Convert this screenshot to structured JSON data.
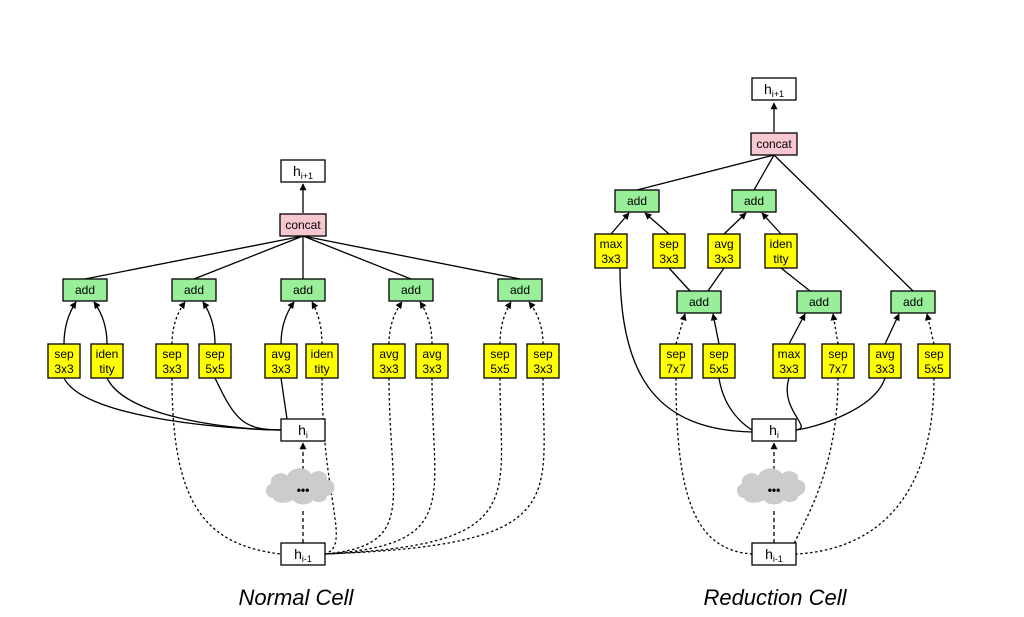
{
  "colors": {
    "op": "#ffff00",
    "add": "#99ee99",
    "concat": "#f8c8d0",
    "state": "#ffffff",
    "cloud": "#cccccc"
  },
  "cells": [
    {
      "id": "normal",
      "caption": "Normal Cell",
      "output": {
        "base": "h",
        "sub": "i+1"
      },
      "concat": "concat",
      "hi": {
        "base": "h",
        "sub": "i"
      },
      "him1": {
        "base": "h",
        "sub": "i-1"
      },
      "cloud": "•••",
      "add_blocks": [
        {
          "label": "add",
          "inputs": [
            {
              "op": [
                "sep",
                "3x3"
              ],
              "from": "h_i"
            },
            {
              "op": [
                "iden",
                "tity"
              ],
              "from": "h_i"
            }
          ]
        },
        {
          "label": "add",
          "inputs": [
            {
              "op": [
                "sep",
                "3x3"
              ],
              "from": "h_i-1"
            },
            {
              "op": [
                "sep",
                "5x5"
              ],
              "from": "h_i"
            }
          ]
        },
        {
          "label": "add",
          "inputs": [
            {
              "op": [
                "avg",
                "3x3"
              ],
              "from": "h_i"
            },
            {
              "op": [
                "iden",
                "tity"
              ],
              "from": "h_i-1"
            }
          ]
        },
        {
          "label": "add",
          "inputs": [
            {
              "op": [
                "avg",
                "3x3"
              ],
              "from": "h_i-1"
            },
            {
              "op": [
                "avg",
                "3x3"
              ],
              "from": "h_i-1"
            }
          ]
        },
        {
          "label": "add",
          "inputs": [
            {
              "op": [
                "sep",
                "5x5"
              ],
              "from": "h_i-1"
            },
            {
              "op": [
                "sep",
                "3x3"
              ],
              "from": "h_i-1"
            }
          ]
        }
      ]
    },
    {
      "id": "reduction",
      "caption": "Reduction Cell",
      "output": {
        "base": "h",
        "sub": "i+1"
      },
      "concat": "concat",
      "hi": {
        "base": "h",
        "sub": "i"
      },
      "him1": {
        "base": "h",
        "sub": "i-1"
      },
      "cloud": "•••",
      "top_add_blocks": [
        {
          "label": "add",
          "inputs": [
            {
              "op": [
                "max",
                "3x3"
              ],
              "from": "h_i"
            },
            {
              "op": [
                "sep",
                "3x3"
              ],
              "from": "add_1"
            }
          ]
        },
        {
          "label": "add",
          "inputs": [
            {
              "op": [
                "avg",
                "3x3"
              ],
              "from": "add_1"
            },
            {
              "op": [
                "iden",
                "tity"
              ],
              "from": "add_2"
            }
          ]
        }
      ],
      "lower_add_blocks": [
        {
          "label": "add",
          "inputs": [
            {
              "op": [
                "sep",
                "7x7"
              ],
              "from": "h_i-1"
            },
            {
              "op": [
                "sep",
                "5x5"
              ],
              "from": "h_i"
            }
          ]
        },
        {
          "label": "add",
          "inputs": [
            {
              "op": [
                "max",
                "3x3"
              ],
              "from": "h_i"
            },
            {
              "op": [
                "sep",
                "7x7"
              ],
              "from": "h_i-1"
            }
          ]
        },
        {
          "label": "add",
          "inputs": [
            {
              "op": [
                "avg",
                "3x3"
              ],
              "from": "h_i"
            },
            {
              "op": [
                "sep",
                "5x5"
              ],
              "from": "h_i-1"
            }
          ]
        }
      ]
    }
  ]
}
